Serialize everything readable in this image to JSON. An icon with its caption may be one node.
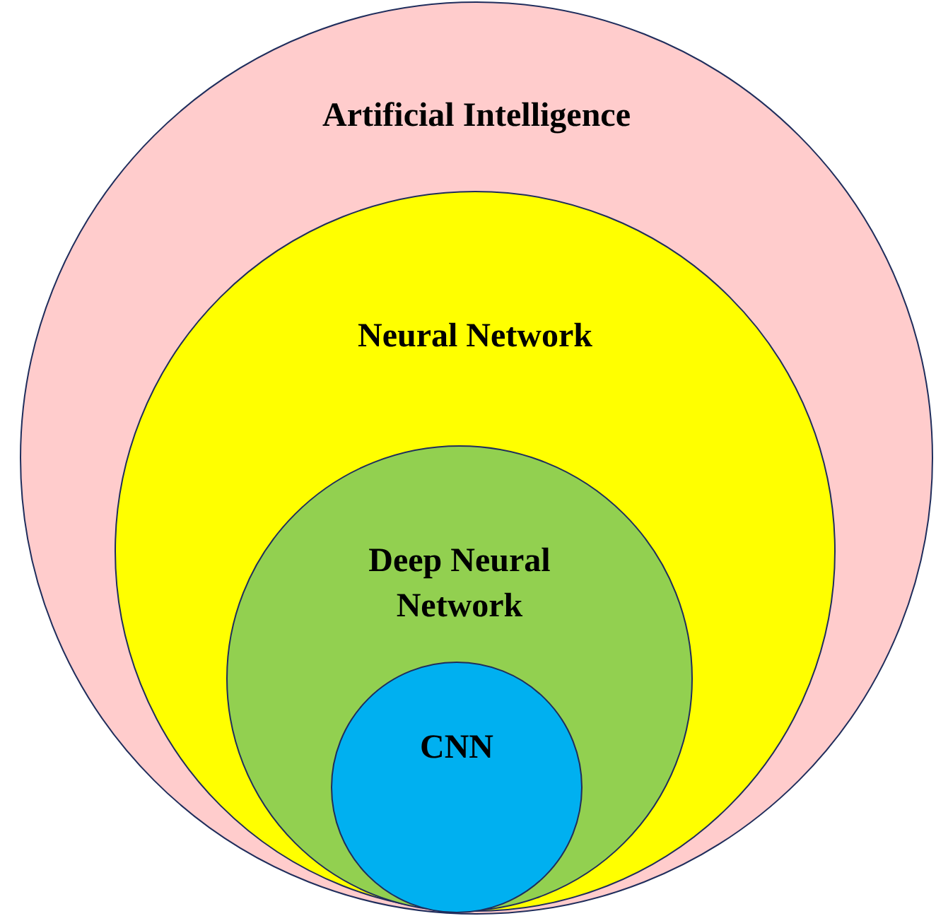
{
  "diagram": {
    "nodes": [
      {
        "text": [
          "Artificial Intelligence"
        ]
      },
      {
        "text": [
          "Neural Network"
        ],
        "in": 0
      },
      {
        "text": [
          "Deep Neural Network"
        ],
        "in": 1
      },
      {
        "text": [
          "CNN"
        ],
        "in": 2
      }
    ]
  }
}
